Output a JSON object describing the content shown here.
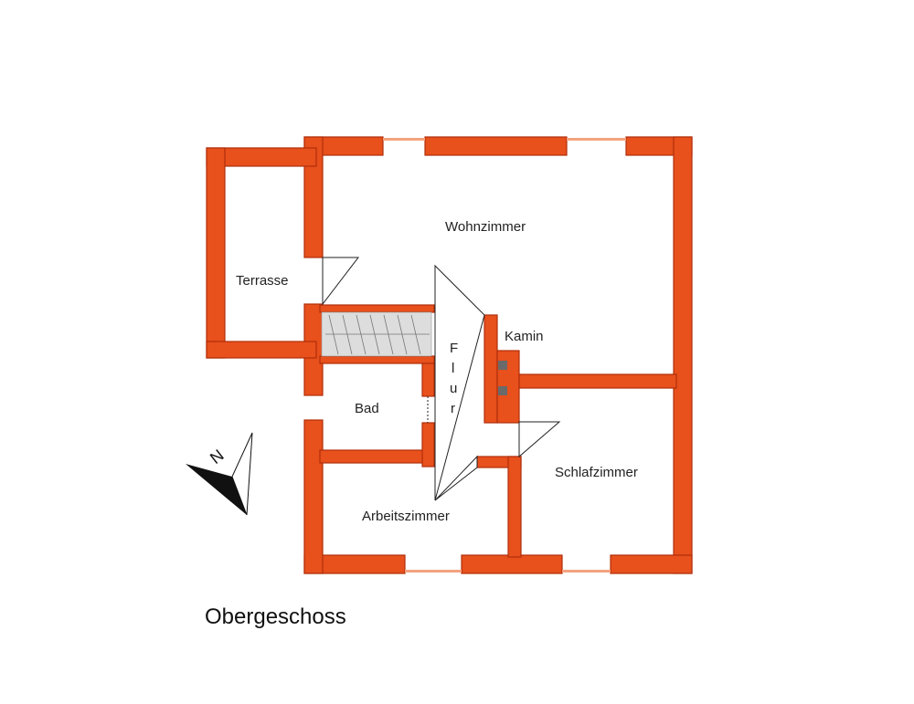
{
  "floor_plan": {
    "title": "Obergeschoss",
    "rooms": {
      "wohnzimmer": "Wohnzimmer",
      "terrasse": "Terrasse",
      "kamin": "Kamin",
      "flur_letters": [
        "F",
        "l",
        "u",
        "r"
      ],
      "bad": "Bad",
      "schlafzimmer": "Schlafzimmer",
      "arbeitszimmer": "Arbeitszimmer"
    },
    "compass_label": "N",
    "colors": {
      "wall": "#e8501c",
      "wall_outline": "#b02e0a",
      "background": "#ffffff"
    }
  }
}
